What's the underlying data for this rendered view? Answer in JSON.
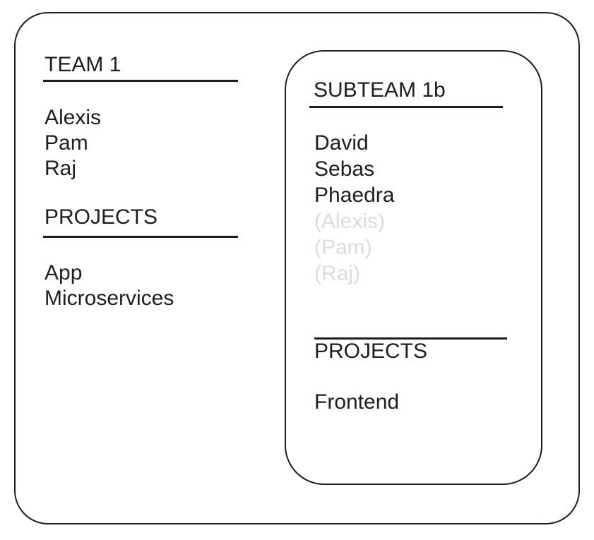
{
  "colors": {
    "background": "#ffffff",
    "line": "#1e1e1e",
    "text": "#1e1e1e",
    "muted_text": "#dcdcdc"
  },
  "team": {
    "title": "TEAM 1",
    "members": [
      "Alexis",
      "Pam",
      "Raj"
    ],
    "projects_heading": "PROJECTS",
    "projects": [
      "App",
      "Microservices"
    ]
  },
  "subteam": {
    "title": "SUBTEAM 1b",
    "members": [
      "David",
      "Sebas",
      "Phaedra"
    ],
    "inherited_members": [
      "(Alexis)",
      "(Pam)",
      "(Raj)"
    ],
    "projects_heading": "PROJECTS",
    "projects": [
      "Frontend"
    ]
  }
}
